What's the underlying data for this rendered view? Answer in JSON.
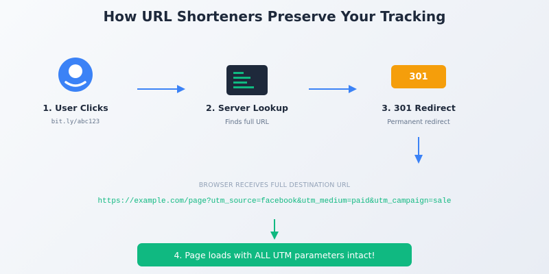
{
  "title": "How URL Shorteners Preserve Your Tracking",
  "steps": [
    {
      "label": "1. User Clicks",
      "sub": "bit.ly/abc123",
      "icon": "user-icon"
    },
    {
      "label": "2. Server Lookup",
      "sub": "Finds full URL",
      "icon": "server-icon"
    },
    {
      "label": "3. 301 Redirect",
      "sub": "Permanent redirect",
      "icon": "redirect-badge",
      "badge": "301"
    }
  ],
  "browser": {
    "caption": "BROWSER RECEIVES FULL DESTINATION URL",
    "url": "https://example.com/page?utm_source=facebook&utm_medium=paid&utm_campaign=sale"
  },
  "result": {
    "label": "4. Page loads with ALL UTM parameters intact!"
  },
  "colors": {
    "blue": "#3b82f6",
    "dark": "#1e293b",
    "green": "#10b981",
    "orange": "#f59e0b",
    "muted": "#64748b",
    "caption": "#94a3b8"
  }
}
